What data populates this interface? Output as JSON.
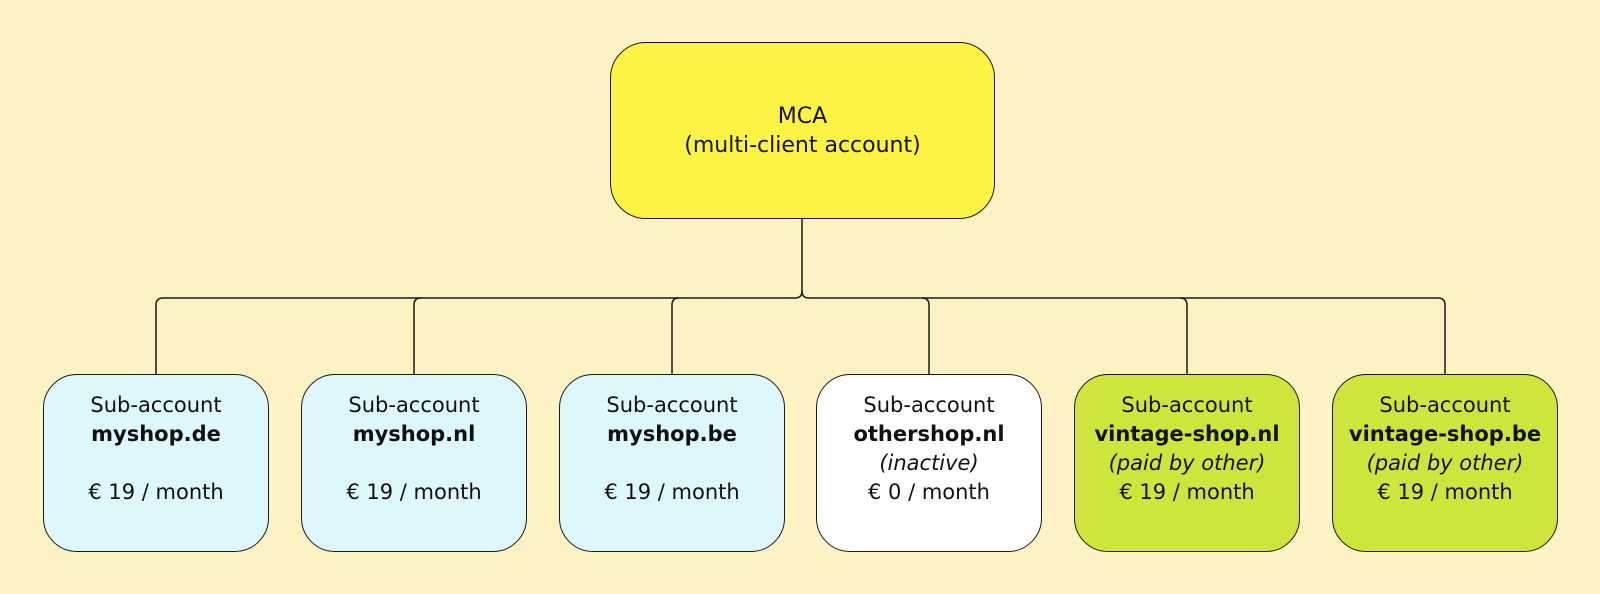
{
  "background": "#fdf2c4",
  "root": {
    "title": "MCA",
    "subtitle": "(multi-client account)",
    "color": "#fdf345"
  },
  "children": [
    {
      "label": "Sub-account",
      "name": "myshop.de",
      "note": "",
      "price": "€ 19 / month",
      "color": "#ddf7fc"
    },
    {
      "label": "Sub-account",
      "name": "myshop.nl",
      "note": "",
      "price": "€ 19 / month",
      "color": "#ddf7fc"
    },
    {
      "label": "Sub-account",
      "name": "myshop.be",
      "note": "",
      "price": "€ 19 / month",
      "color": "#ddf7fc"
    },
    {
      "label": "Sub-account",
      "name": "othershop.nl",
      "note": "(inactive)",
      "price": "€ 0 / month",
      "color": "#ffffff"
    },
    {
      "label": "Sub-account",
      "name": "vintage-shop.nl",
      "note": "(paid by other)",
      "price": "€ 19 / month",
      "color": "#cfe53e"
    },
    {
      "label": "Sub-account",
      "name": "vintage-shop.be",
      "note": "(paid by other)",
      "price": "€ 19 / month",
      "color": "#cfe53e"
    }
  ]
}
